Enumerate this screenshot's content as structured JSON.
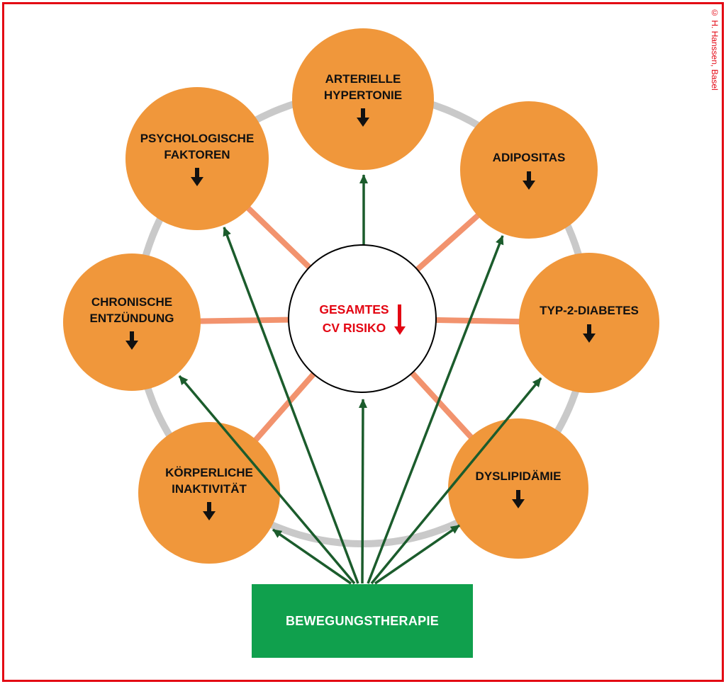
{
  "credit": "© H. Hanssen, Basel",
  "center": {
    "lines": [
      "GESAMTES",
      "CV RISIKO"
    ]
  },
  "nodes": [
    {
      "lines": [
        "ARTERIELLE",
        "HYPERTONIE"
      ]
    },
    {
      "lines": [
        "PSYCHOLOGISCHE",
        "FAKTOREN"
      ]
    },
    {
      "lines": [
        "ADIPOSITAS"
      ]
    },
    {
      "lines": [
        "CHRONISCHE",
        "ENTZÜNDUNG"
      ]
    },
    {
      "lines": [
        "TYP-2-DIABETES"
      ]
    },
    {
      "lines": [
        "KÖRPERLICHE",
        "INAKTIVITÄT"
      ]
    },
    {
      "lines": [
        "DYSLIPIDÄMIE"
      ]
    }
  ],
  "therapy": {
    "label": "BEWEGUNGSTHERAPIE"
  },
  "colors": {
    "red": "#E30613",
    "orange": "#F0973B",
    "salmon": "#F2936E",
    "ring-gray": "#C9C9C9",
    "green-box": "#10A04D",
    "green-arrow": "#1B5C2C"
  }
}
